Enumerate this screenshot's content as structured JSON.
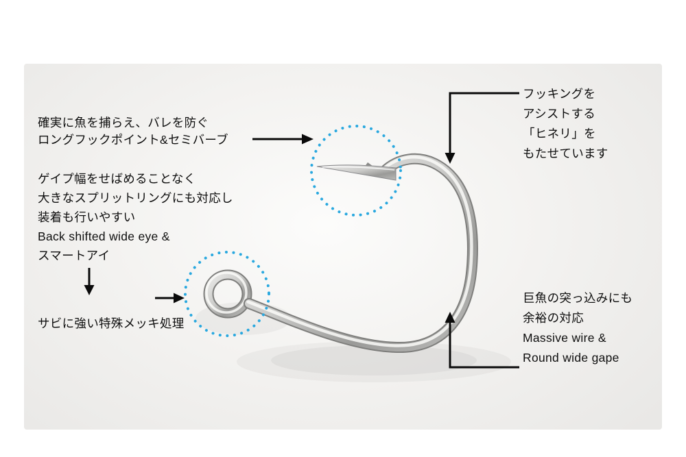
{
  "annotations": {
    "hook_point": {
      "lines": [
        "確実に魚を捕らえ、バレを防ぐ",
        "ロングフックポイント&セミバーブ"
      ]
    },
    "wide_eye": {
      "lines": [
        "ゲイプ幅をせばめることなく",
        "大きなスプリットリングにも対応し",
        "装着も行いやすい",
        "Back shifted wide eye &",
        "スマートアイ"
      ]
    },
    "plating": {
      "lines": [
        "サビに強い特殊メッキ処理"
      ]
    },
    "twist": {
      "lines": [
        "フッキングを",
        "アシストする",
        "「ヒネリ」を",
        "もたせています"
      ]
    },
    "wire": {
      "lines": [
        "巨魚の突っ込みにも",
        "余裕の対応",
        "Massive wire &",
        "Round wide gape"
      ]
    }
  },
  "colors": {
    "highlight_circle": "#29a8df",
    "arrow": "#0a0a0a",
    "photo_background": "#efeeec",
    "hook_silver": "#c7c7c5"
  }
}
